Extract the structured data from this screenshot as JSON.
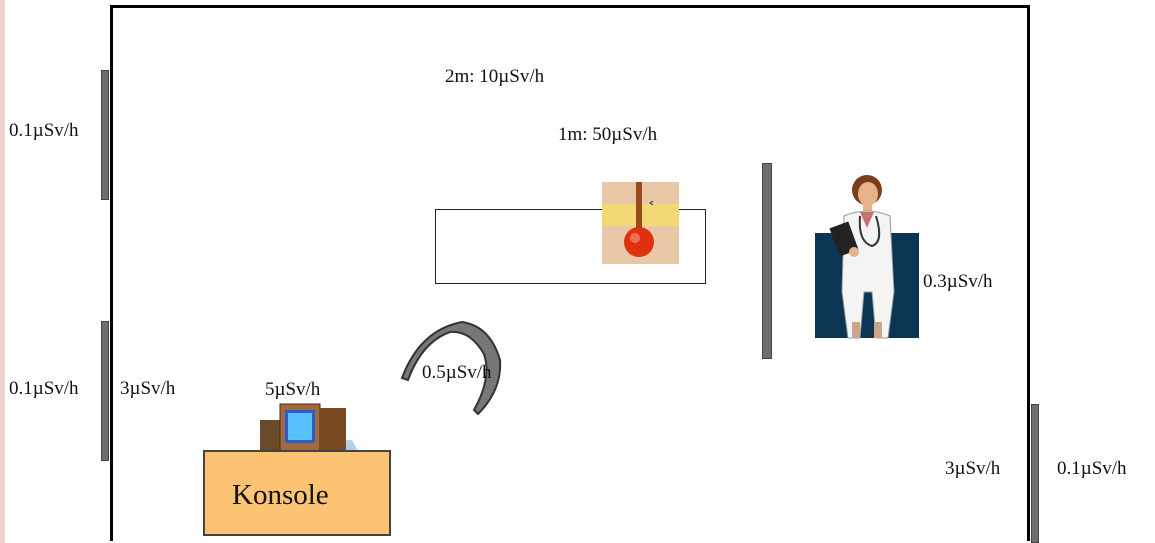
{
  "labels": {
    "top_2m": "2m: 10µSv/h",
    "top_1m": "1m: 50µSv/h",
    "left_wall_upper": "0.1µSv/h",
    "left_wall_lower": "0.1µSv/h",
    "left_inside": "3µSv/h",
    "console_dose": "5µSv/h",
    "curved_shield_dose": "0.5µSv/h",
    "right_shield_dose": "0.3µSv/h",
    "right_wall_inside": "3µSv/h",
    "right_wall_outside": "0.1µSv/h"
  },
  "console": {
    "label": "Konsole"
  },
  "icons": {
    "source": "radioactive-source-icon",
    "doctor": "doctor-icon",
    "computer": "computer-icon",
    "shield": "curved-lead-shield-icon"
  },
  "colors": {
    "konsole_box": "#fcc372",
    "shield_gray": "#6e6e6e",
    "doctor_bg": "#0b3552",
    "source_red": "#e03010",
    "source_yellow": "#f5d876"
  }
}
